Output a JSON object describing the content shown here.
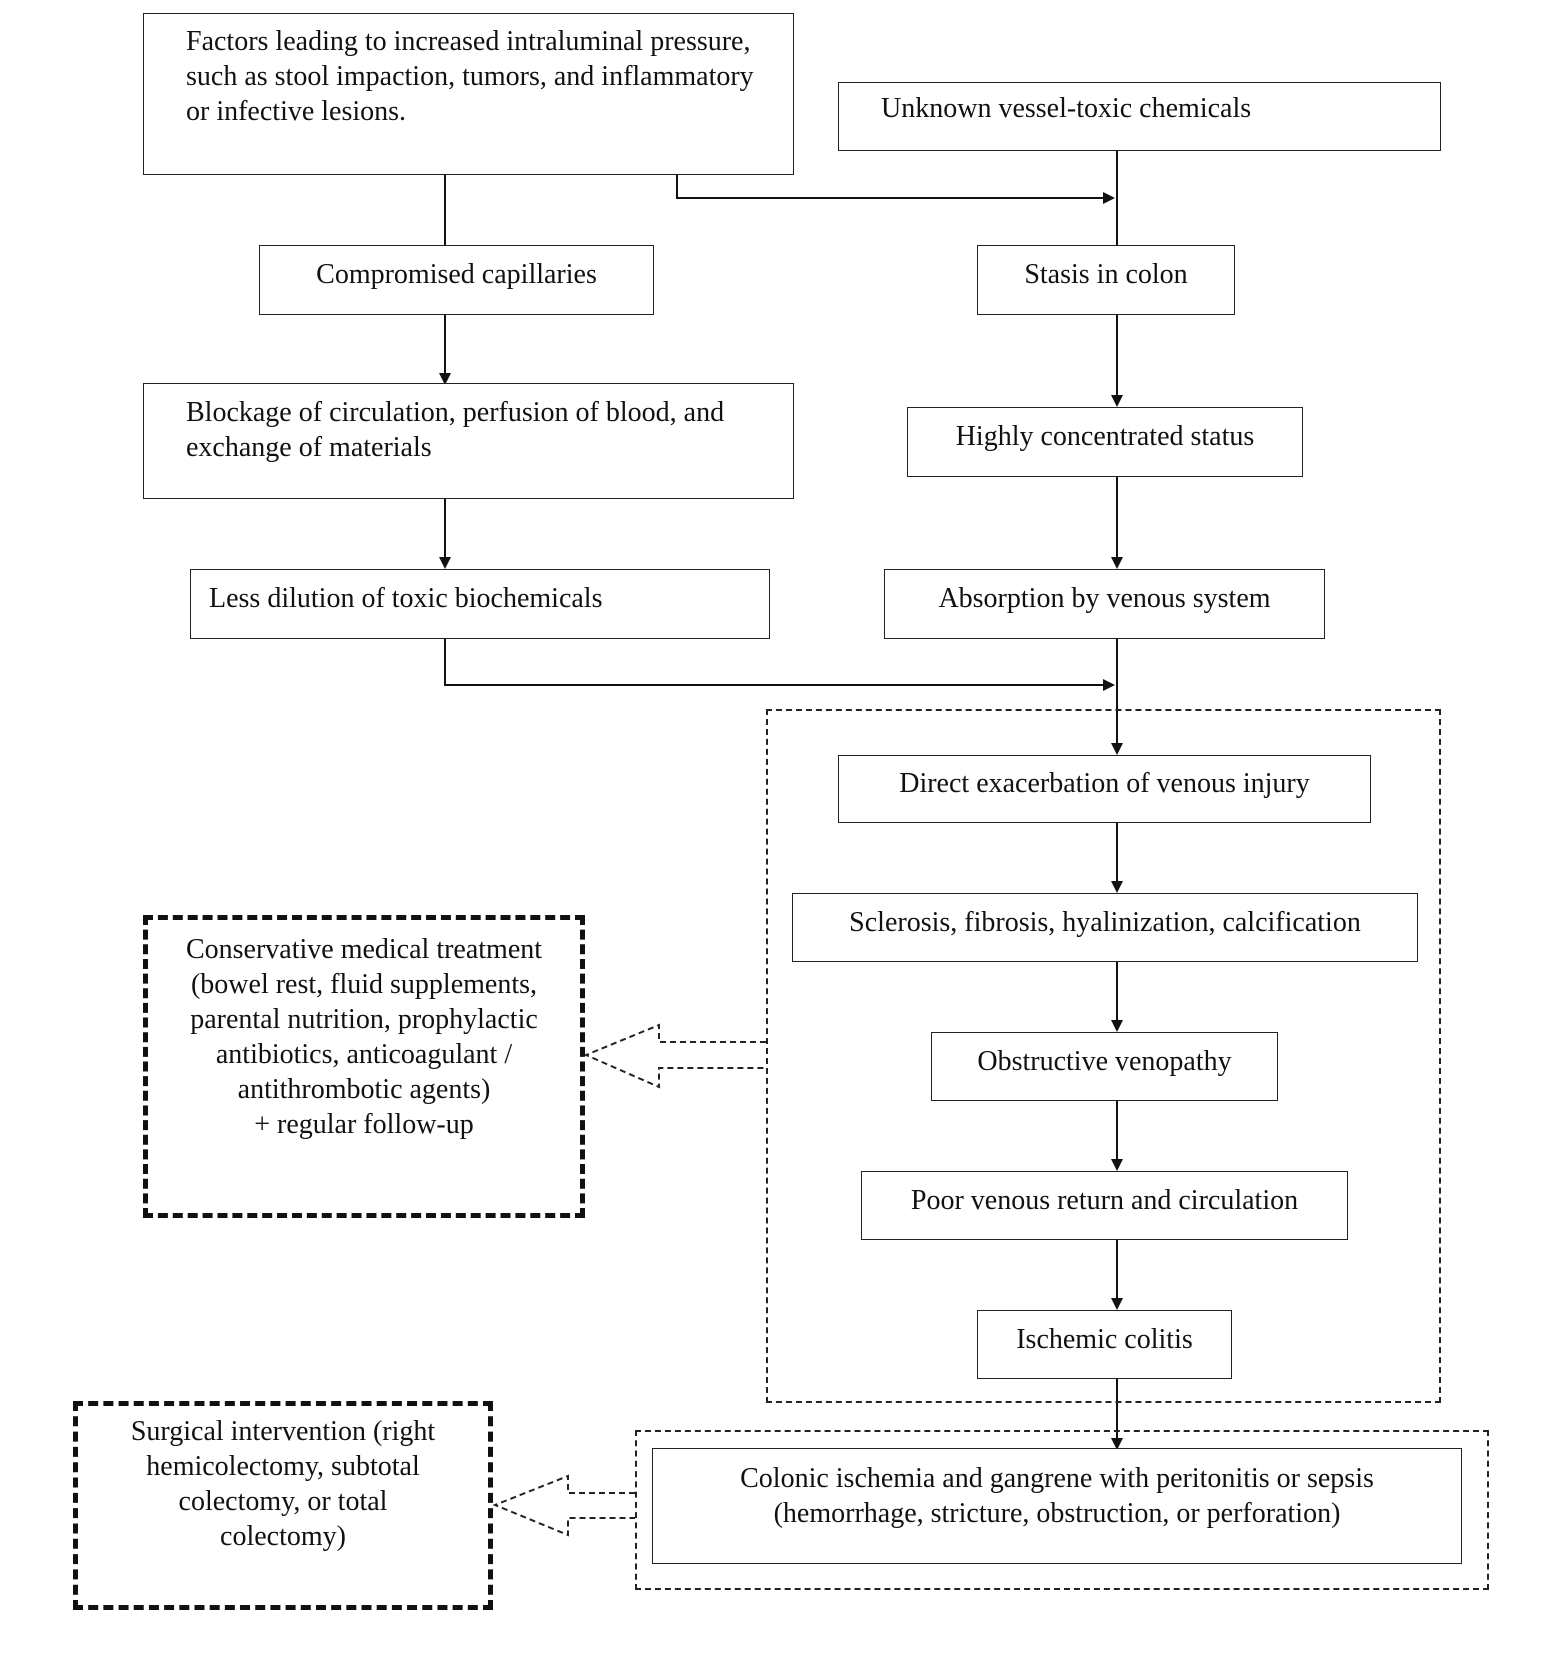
{
  "nodes": {
    "factors": "Factors leading to increased intraluminal pressure, such as stool impaction, tumors, and inflammatory or infective lesions.",
    "unknown_chemicals": "Unknown vessel-toxic chemicals",
    "compromised_capillaries": "Compromised capillaries",
    "stasis": "Stasis in colon",
    "blockage": "Blockage of circulation, perfusion of blood, and exchange of materials",
    "concentrated": "Highly concentrated status",
    "less_dilution": "Less dilution of toxic biochemicals",
    "absorption": "Absorption by venous system",
    "direct_exacerbation": "Direct exacerbation of venous injury",
    "sclerosis": "Sclerosis, fibrosis, hyalinization, calcification",
    "obstructive": "Obstructive venopathy",
    "poor_return": "Poor venous return and circulation",
    "ischemic_colitis": "Ischemic colitis",
    "gangrene_line1": "Colonic ischemia and gangrene with peritonitis or sepsis",
    "gangrene_line2": "(hemorrhage, stricture, obstruction, or perforation)"
  },
  "treatments": {
    "conservative": [
      "Conservative medical treatment",
      "(bowel rest, fluid supplements,",
      "parental nutrition, prophylactic",
      "antibiotics, anticoagulant /",
      "antithrombotic agents)",
      "+ regular follow-up"
    ],
    "surgical": [
      "Surgical intervention (right",
      "hemicolectomy, subtotal",
      "colectomy, or total",
      "colectomy)"
    ]
  }
}
